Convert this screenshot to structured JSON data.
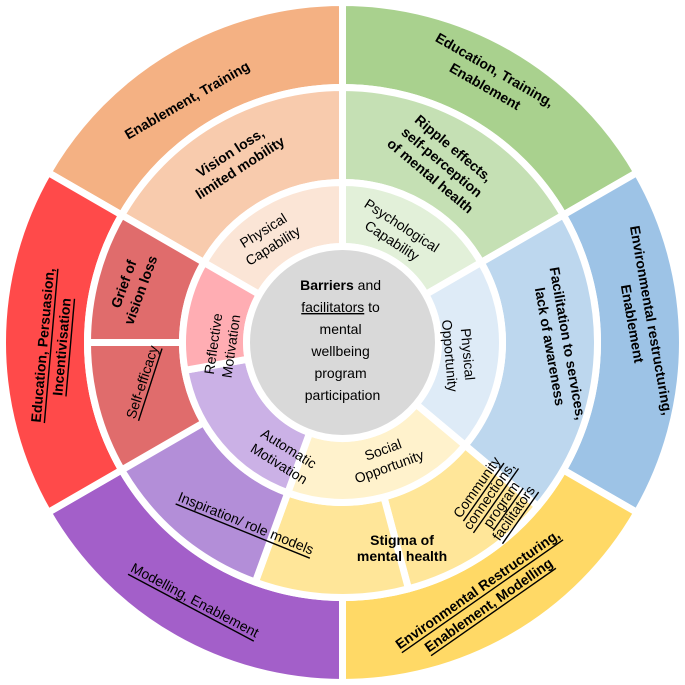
{
  "center": {
    "line1_bold": "Barriers",
    "line1_rest": " and",
    "line2_underlined": "facilitators",
    "line2_rest": " to",
    "line3": "mental",
    "line4": "wellbeing",
    "line5": "program",
    "line6": "participation"
  },
  "inner": {
    "physical_capability": [
      "Physical",
      "Capability"
    ],
    "psychological_capability": [
      "Psychological",
      "Capability"
    ],
    "physical_opportunity": [
      "Physical",
      "Opportunity"
    ],
    "social_opportunity": [
      "Social",
      "Opportunity"
    ],
    "automatic_motivation": [
      "Automatic",
      "Motivation"
    ],
    "reflective_motivation": [
      "Reflective",
      "Motivation"
    ]
  },
  "middle": {
    "physical_capability": [
      "Vision loss,",
      "limited mobility"
    ],
    "psychological_capability": [
      "Ripple effects,",
      "self-perception",
      "of mental health"
    ],
    "physical_opportunity": [
      "Facilitation to services,",
      "lack of awareness"
    ],
    "social_opportunity_left": [
      "Stigma of",
      "mental health"
    ],
    "social_opportunity_right": [
      "Community",
      "connections,",
      "program",
      "facilitators"
    ],
    "automatic_motivation": [
      "Inspiration/ role models"
    ],
    "reflective_motivation_top": [
      "Grief of",
      "vision loss"
    ],
    "reflective_motivation_bottom": [
      "Self-efficacy"
    ]
  },
  "outer": {
    "physical_capability": [
      "Enablement, Training"
    ],
    "psychological_capability": [
      "Education, Training,",
      "Enablement"
    ],
    "physical_opportunity": [
      "Environmental restructuring,",
      "Enablement"
    ],
    "social_opportunity": [
      "Environmental Restructuring,",
      "Enablement, Modelling"
    ],
    "automatic_motivation": [
      "Modelling, Enablement"
    ],
    "reflective_motivation": [
      "Education, Persuasion,",
      "Incentivisation"
    ]
  },
  "colors": {
    "outer_physical_capability": "#f4b183",
    "middle_physical_capability": "#f8cbad",
    "inner_physical_capability": "#fbe5d6",
    "outer_psychological_capability": "#a9d18e",
    "middle_psychological_capability": "#c5e0b4",
    "inner_psychological_capability": "#e2f0d9",
    "outer_physical_opportunity": "#9dc3e6",
    "middle_physical_opportunity": "#bdd7ee",
    "inner_physical_opportunity": "#deebf7",
    "outer_social_opportunity": "#ffd966",
    "middle_social_opportunity": "#ffe699",
    "inner_social_opportunity": "#fff2cc",
    "outer_automatic_motivation": "#a35fc9",
    "middle_automatic_motivation": "#b38ed8",
    "inner_automatic_motivation": "#cbb1e6",
    "outer_reflective_motivation": "#ff4a4a",
    "middle_reflective_motivation": "#e06c6c",
    "inner_reflective_motivation": "#ffadb3",
    "center": "#d9d9d9"
  }
}
